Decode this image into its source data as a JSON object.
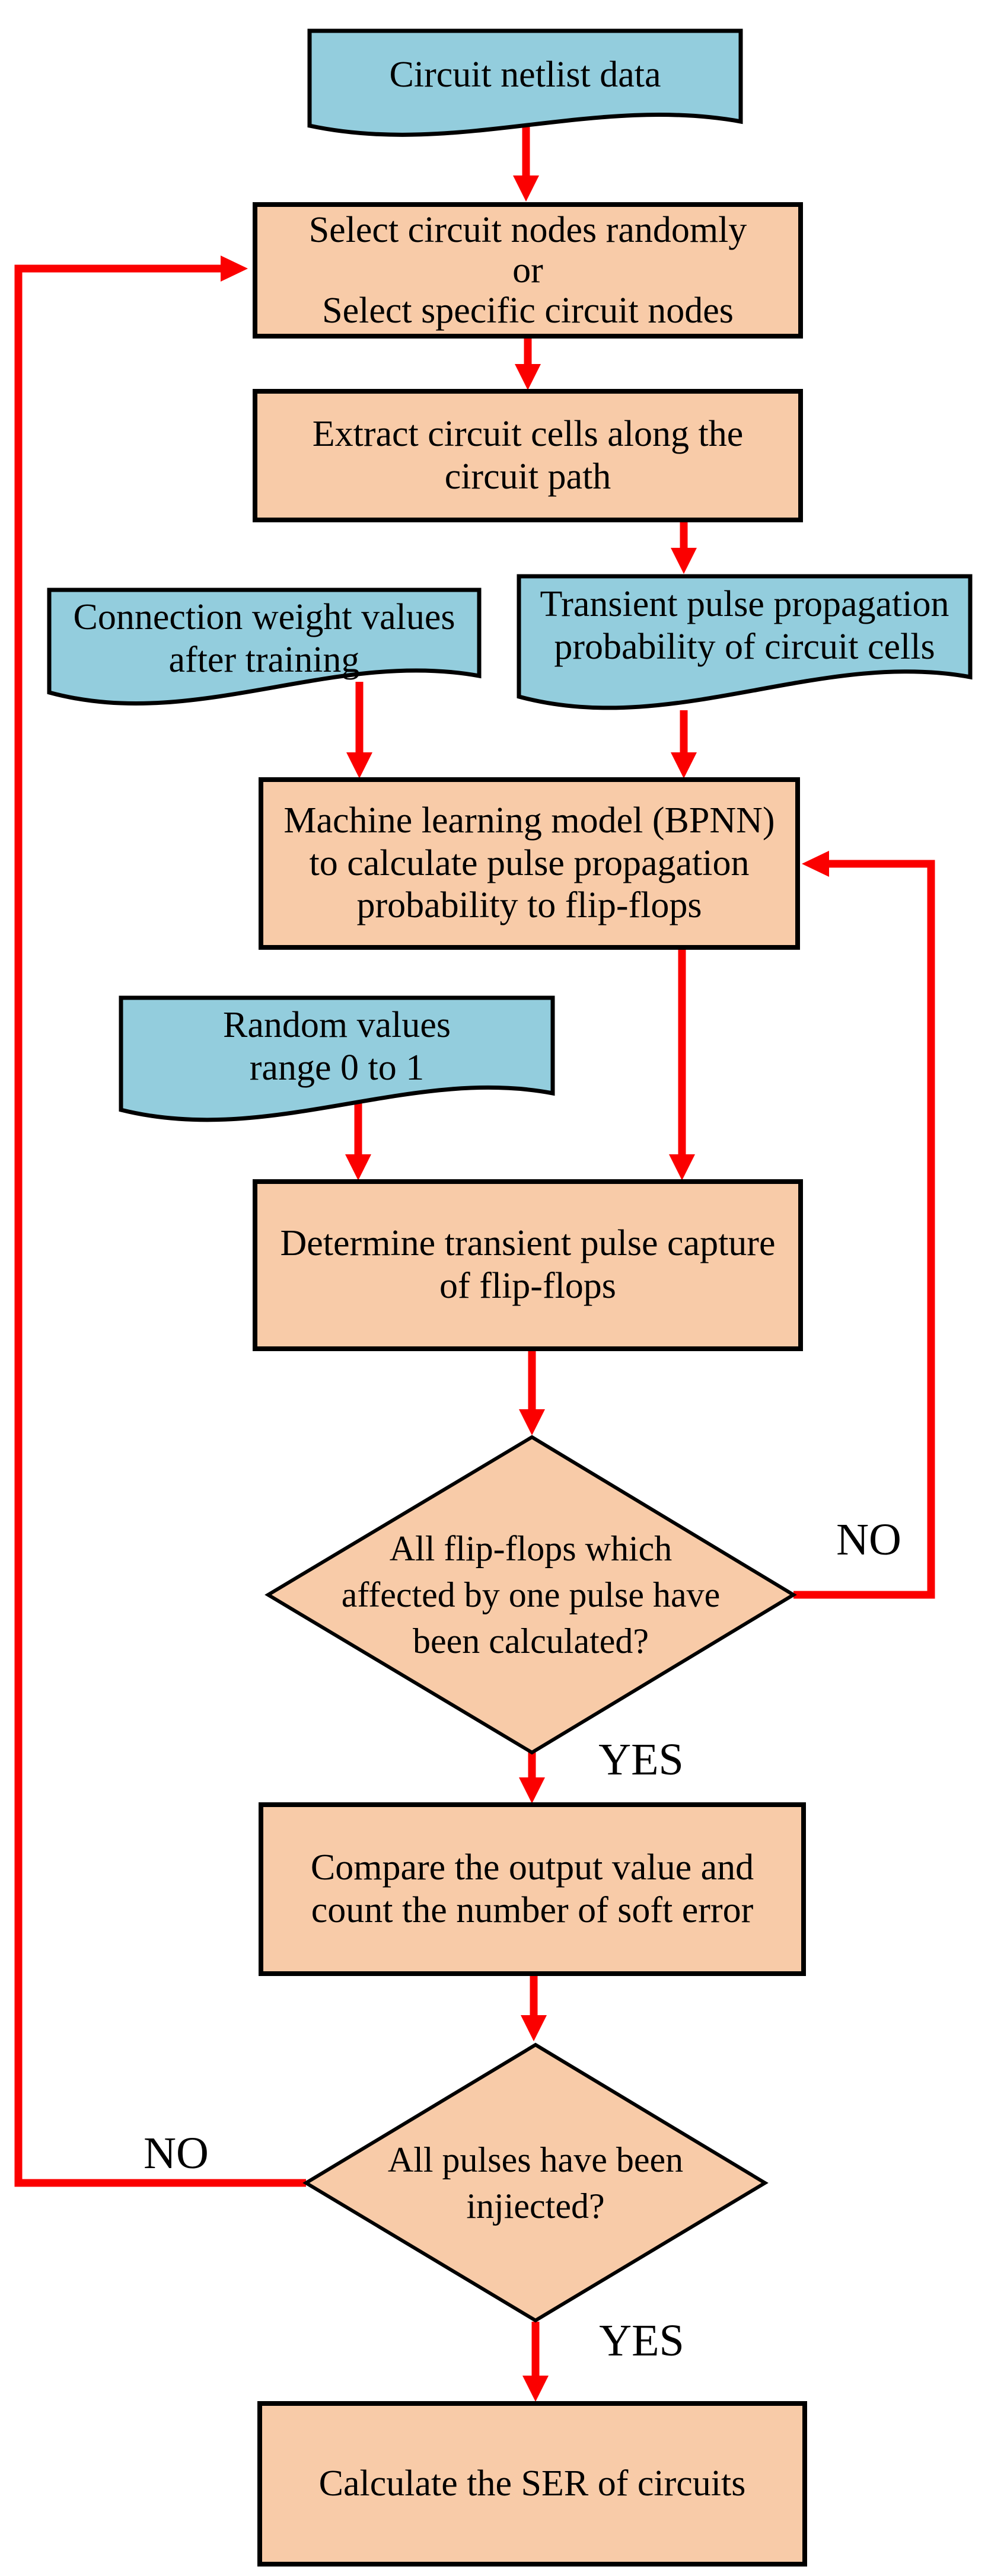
{
  "nodes": {
    "netlist": {
      "label": "Circuit netlist data"
    },
    "select": {
      "label": "Select circuit nodes randomly\nor\nSelect specific circuit nodes"
    },
    "extract": {
      "label": "Extract circuit cells along the\ncircuit path"
    },
    "weights": {
      "label": "Connection weight values\nafter training"
    },
    "transient": {
      "label": "Transient pulse propagation\nprobability of circuit cells"
    },
    "bpnn": {
      "label": "Machine learning model (BPNN)\nto calculate pulse propagation\nprobability to flip-flops"
    },
    "random": {
      "label": "Random values\nrange 0 to 1"
    },
    "determine": {
      "label": "Determine transient pulse capture\nof flip-flops"
    },
    "decision_flipflops": {
      "label": "All flip-flops which\naffected by one pulse have\nbeen calculated?"
    },
    "compare": {
      "label": "Compare the output value and\ncount the number of soft error"
    },
    "decision_pulses": {
      "label": "All pulses have been\ninjiected?"
    },
    "calculate": {
      "label": "Calculate the SER of circuits"
    }
  },
  "labels": {
    "flipflops_no": "NO",
    "flipflops_yes": "YES",
    "pulses_no": "NO",
    "pulses_yes": "YES"
  },
  "colors": {
    "data_fill": "#93cddd",
    "process_fill": "#f8cba8",
    "arrow": "#fb0000",
    "border": "#000000"
  }
}
